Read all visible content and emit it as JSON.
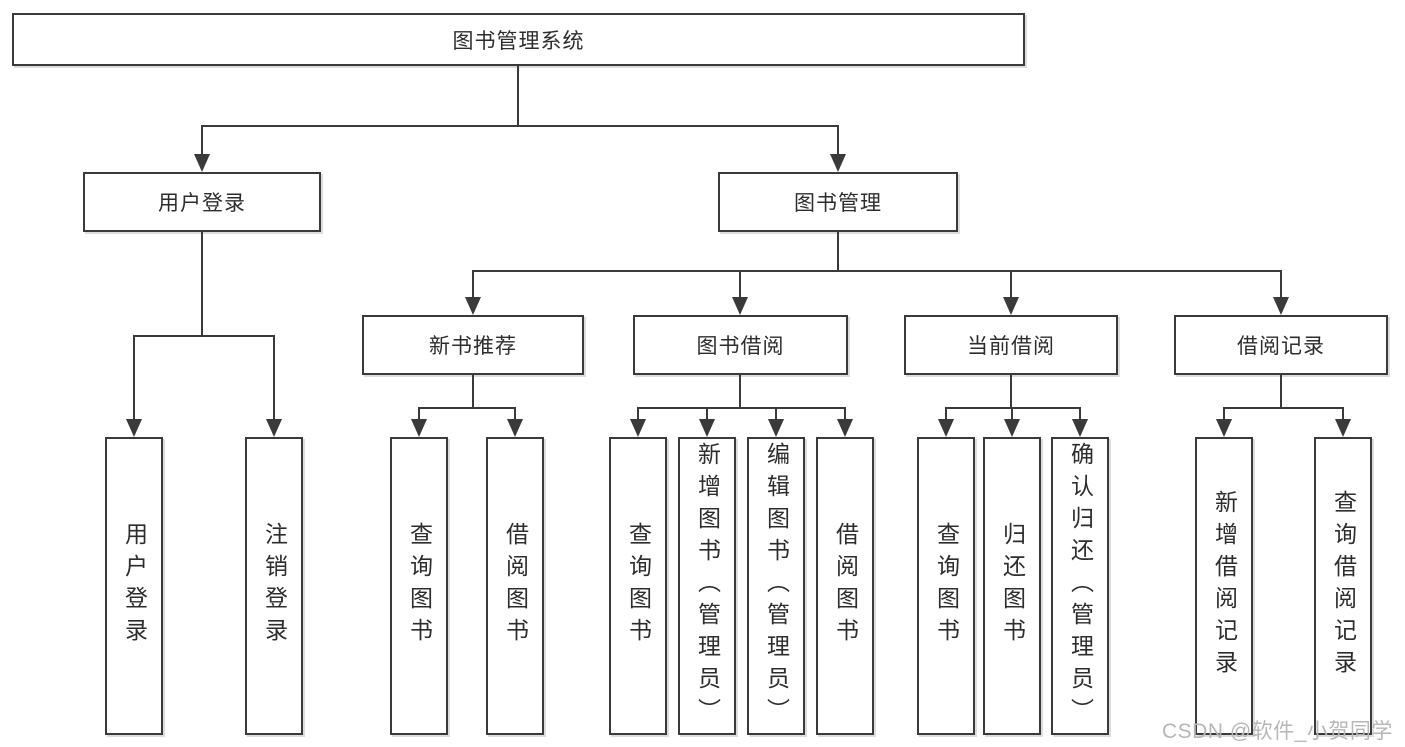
{
  "diagram_title": "图书管理系统",
  "tree": {
    "root": "图书管理系统",
    "level2": [
      {
        "label": "用户登录",
        "leaves": [
          "用户登录",
          "注销登录"
        ]
      },
      {
        "label": "图书管理",
        "groups": [
          {
            "label": "新书推荐",
            "leaves": [
              "查询图书",
              "借阅图书"
            ]
          },
          {
            "label": "图书借阅",
            "leaves": [
              "查询图书",
              "新增图书（管理员）",
              "编辑图书（管理员）",
              "借阅图书"
            ]
          },
          {
            "label": "当前借阅",
            "leaves": [
              "查询图书",
              "归还图书",
              "确认归还（管理员）"
            ]
          },
          {
            "label": "借阅记录",
            "leaves": [
              "新增借阅记录",
              "查询借阅记录"
            ]
          }
        ]
      }
    ]
  },
  "watermark": {
    "text": "CSDN @软件_小贺同学"
  },
  "colors": {
    "line": "#3a3a3a",
    "box_border": "#3a3a3a",
    "text": "#2d2d2d",
    "watermark": "#b7b7b7",
    "background": "#ffffff"
  }
}
